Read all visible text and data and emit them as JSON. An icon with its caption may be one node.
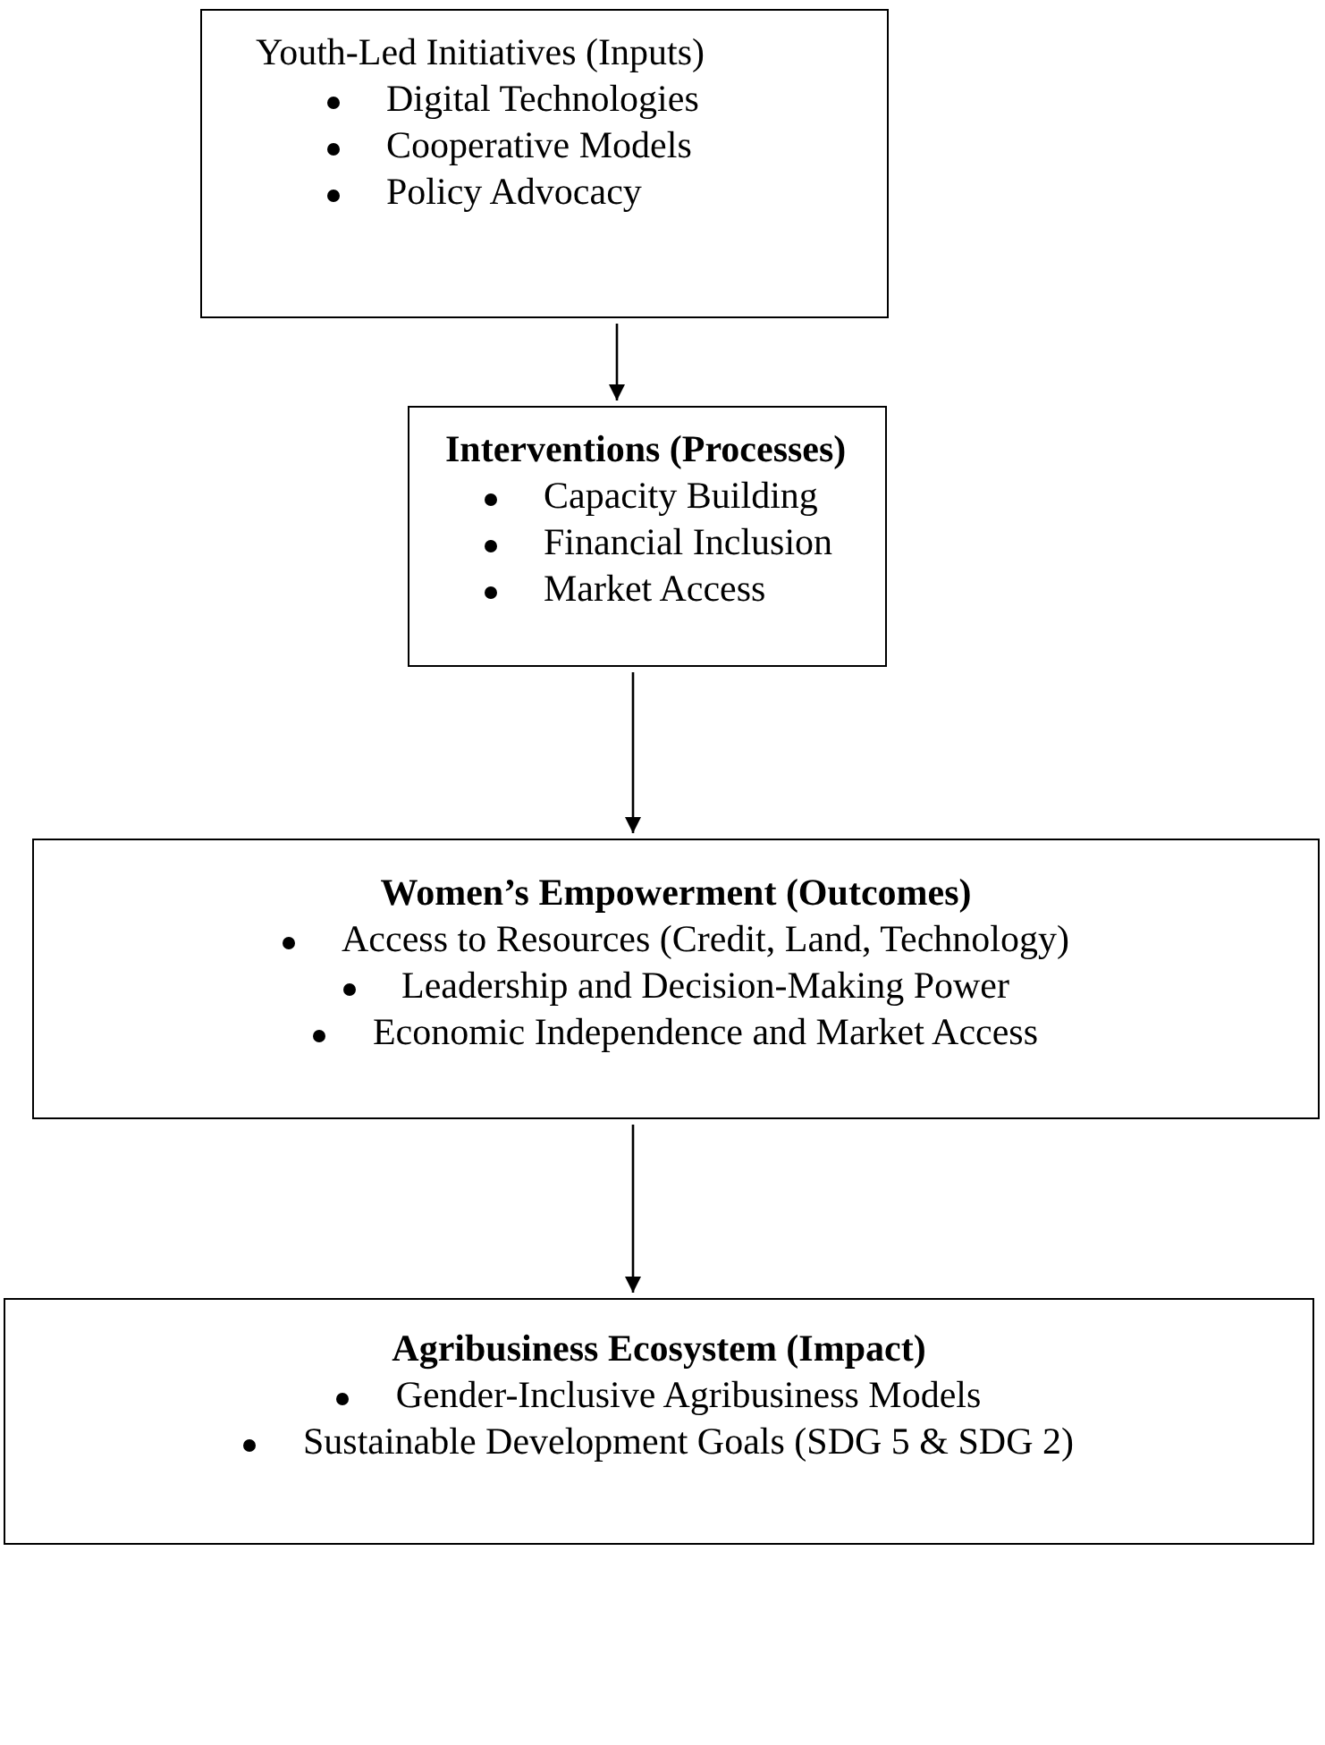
{
  "diagram": {
    "nodes": [
      {
        "text": [
          "Youth-Led Initiatives (Inputs)",
          "Digital Technologies",
          "Cooperative Models",
          "Policy Advocacy"
        ]
      },
      {
        "text": [
          "Interventions (Processes)",
          "Capacity Building",
          "Financial Inclusion",
          "Market Access"
        ]
      },
      {
        "text": [
          "Women’s Empowerment (Outcomes)",
          "Access to Resources (Credit, Land, Technology)",
          "Leadership and Decision-Making Power",
          "Economic Independence and Market Access"
        ]
      },
      {
        "text": [
          "Agribusiness Ecosystem (Impact)",
          "Gender-Inclusive Agribusiness Models",
          "Sustainable Development Goals (SDG 5 & SDG 2)"
        ]
      }
    ],
    "edges": [
      {
        "from": 0,
        "to": 1,
        "arrow": "to"
      },
      {
        "from": 1,
        "to": 2,
        "arrow": "to"
      },
      {
        "from": 2,
        "to": 3,
        "arrow": "to"
      }
    ]
  }
}
